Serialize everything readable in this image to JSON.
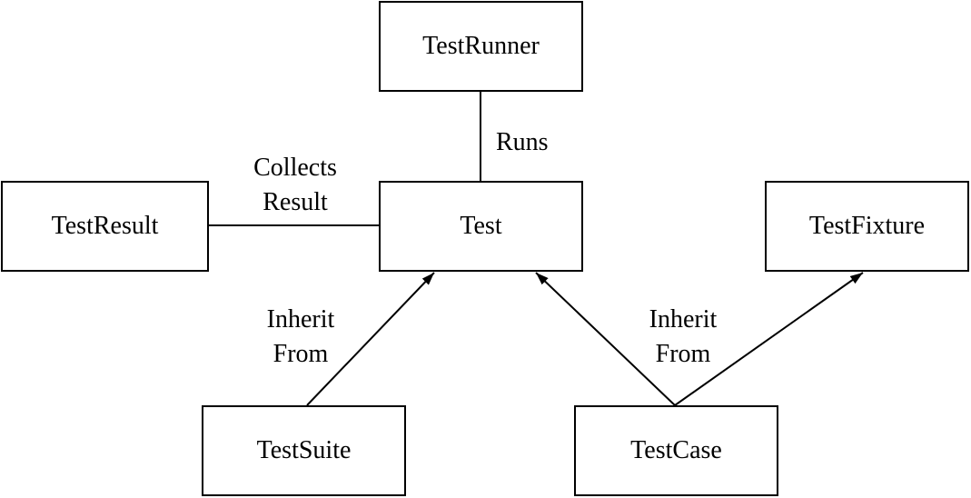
{
  "nodes": {
    "testrunner": "TestRunner",
    "testresult": "TestResult",
    "test": "Test",
    "testfixture": "TestFixture",
    "testsuite": "TestSuite",
    "testcase": "TestCase"
  },
  "edge_labels": {
    "runs": "Runs",
    "collects_line1": "Collects",
    "collects_line2": "Result",
    "inherit_left_line1": "Inherit",
    "inherit_left_line2": "From",
    "inherit_right_line1": "Inherit",
    "inherit_right_line2": "From"
  },
  "edges": [
    {
      "from": "TestRunner",
      "to": "Test",
      "label": "Runs",
      "arrow": false
    },
    {
      "from": "TestResult",
      "to": "Test",
      "label": "Collects Result",
      "arrow": false
    },
    {
      "from": "TestSuite",
      "to": "Test",
      "label": "Inherit From",
      "arrow": true
    },
    {
      "from": "TestCase",
      "to": "Test",
      "label": "Inherit From",
      "arrow": true
    },
    {
      "from": "TestCase",
      "to": "TestFixture",
      "label": "",
      "arrow": true
    }
  ]
}
